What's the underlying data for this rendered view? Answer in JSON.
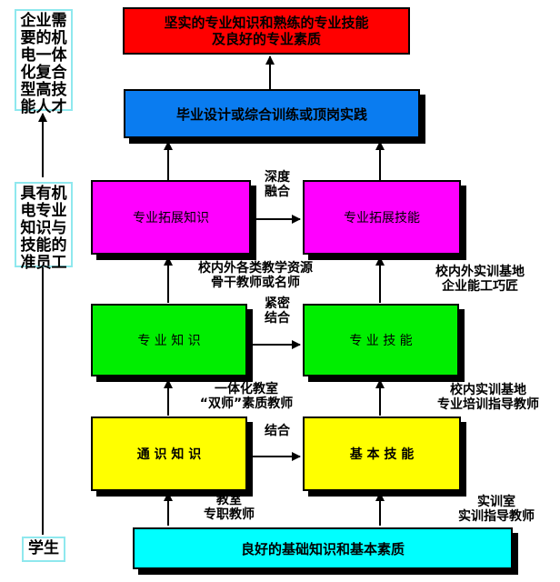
{
  "boxes": {
    "top": {
      "text": "坚实的专业知识和熟练的专业技能\n及良好的专业素质",
      "color": "#ff0000"
    },
    "graduation": {
      "text": "毕业设计或综合训练或顶岗实践",
      "color": "#0a7cf0"
    },
    "ext_knowledge": {
      "text": "专业拓展知识",
      "color": "#ff00ff"
    },
    "ext_skill": {
      "text": "专业拓展技能",
      "color": "#ff00ff"
    },
    "knowledge": {
      "text": "专 业 知 识",
      "color": "#00ee00"
    },
    "skill": {
      "text": "专 业 技 能",
      "color": "#00ee00"
    },
    "general_knowledge": {
      "text": "通 识 知 识",
      "color": "#ffff00"
    },
    "basic_skill": {
      "text": "基 本 技 能",
      "color": "#ffff00"
    },
    "foundation": {
      "text": "良好的基础知识和基本素质",
      "color": "#00ffff"
    }
  },
  "side": {
    "talent": "企业需\n要的机\n电一体\n化复合\n型高技\n能人才",
    "staff": "具有机\n电专业\n知识与\n技能的\n准员工",
    "student": "学生"
  },
  "labels": {
    "deep_fusion": "深度\n融合",
    "close_combine": "紧密\n结合",
    "combine": "结合",
    "resources_left": "校内外各类教学资源\n骨干教师或名师",
    "resources_right": "校内外实训基地\n企业能工巧匠",
    "classroom_left": "一体化教室\n“双师”素质教师",
    "classroom_right": "校内实训基地\n专业培训指导教师",
    "teacher_left": "教室\n专职教师",
    "teacher_right": "实训室\n实训指导教师"
  }
}
